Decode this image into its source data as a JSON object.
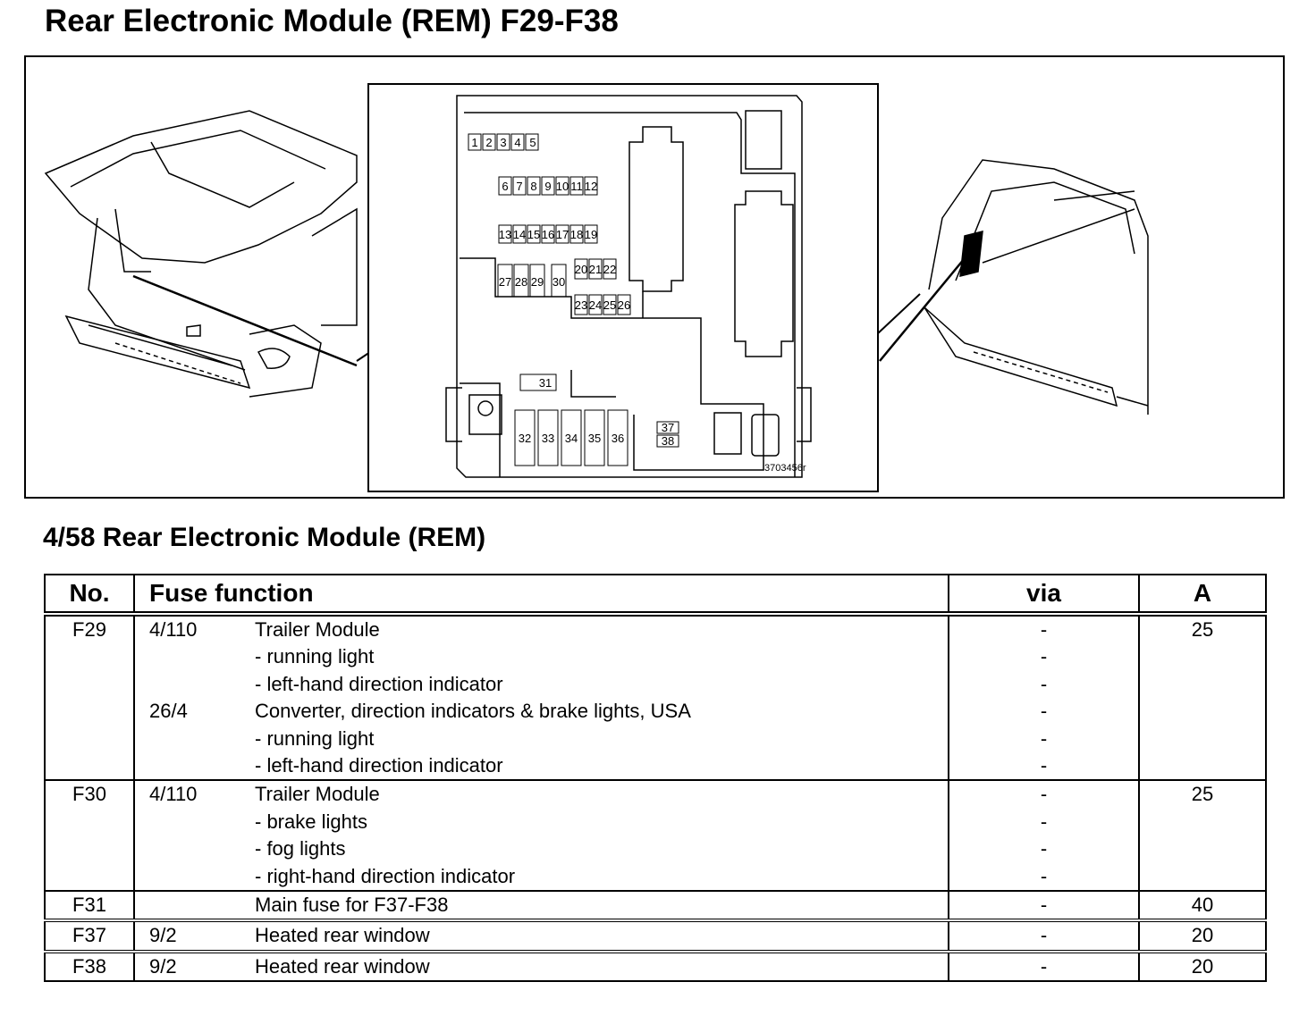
{
  "title": "Rear Electronic Module (REM) F29-F38",
  "figure": {
    "code": "3703456r",
    "fuse_labels_small": [
      "1",
      "2",
      "3",
      "4",
      "5",
      "6",
      "7",
      "8",
      "9",
      "10",
      "11",
      "12",
      "13",
      "14",
      "15",
      "16",
      "17",
      "18",
      "19",
      "20",
      "21",
      "22",
      "23",
      "24",
      "25",
      "26",
      "27",
      "28",
      "29",
      "30"
    ],
    "fuse_labels_large": [
      "31",
      "32",
      "33",
      "34",
      "35",
      "36",
      "37",
      "38"
    ]
  },
  "section_title": "4/58 Rear Electronic Module (REM)",
  "table": {
    "headers": {
      "no": "No.",
      "function": "Fuse function",
      "via": "via",
      "amps": "A"
    },
    "rows": [
      {
        "no": "F29",
        "amps": "25",
        "lines": [
          {
            "code": "4/110",
            "text": "Trailer Module",
            "via": "-"
          },
          {
            "code": "",
            "text": "- running light",
            "via": "-"
          },
          {
            "code": "",
            "text": "- left-hand direction indicator",
            "via": "-"
          },
          {
            "code": "26/4",
            "text": "Converter, direction indicators & brake lights, USA",
            "via": "-"
          },
          {
            "code": "",
            "text": "- running light",
            "via": "-"
          },
          {
            "code": "",
            "text": "- left-hand direction indicator",
            "via": "-"
          }
        ]
      },
      {
        "no": "F30",
        "amps": "25",
        "lines": [
          {
            "code": "4/110",
            "text": "Trailer Module",
            "via": "-"
          },
          {
            "code": "",
            "text": "- brake lights",
            "via": "-"
          },
          {
            "code": "",
            "text": "- fog lights",
            "via": "-"
          },
          {
            "code": "",
            "text": "- right-hand direction indicator",
            "via": "-"
          }
        ]
      },
      {
        "no": "F31",
        "amps": "40",
        "lines": [
          {
            "code": "",
            "text": "Main fuse for F37-F38",
            "via": "-"
          }
        ]
      },
      {
        "no": "F37",
        "amps": "20",
        "lines": [
          {
            "code": "9/2",
            "text": "Heated rear window",
            "via": "-"
          }
        ]
      },
      {
        "no": "F38",
        "amps": "20",
        "lines": [
          {
            "code": "9/2",
            "text": "Heated rear window",
            "via": "-"
          }
        ]
      }
    ]
  }
}
